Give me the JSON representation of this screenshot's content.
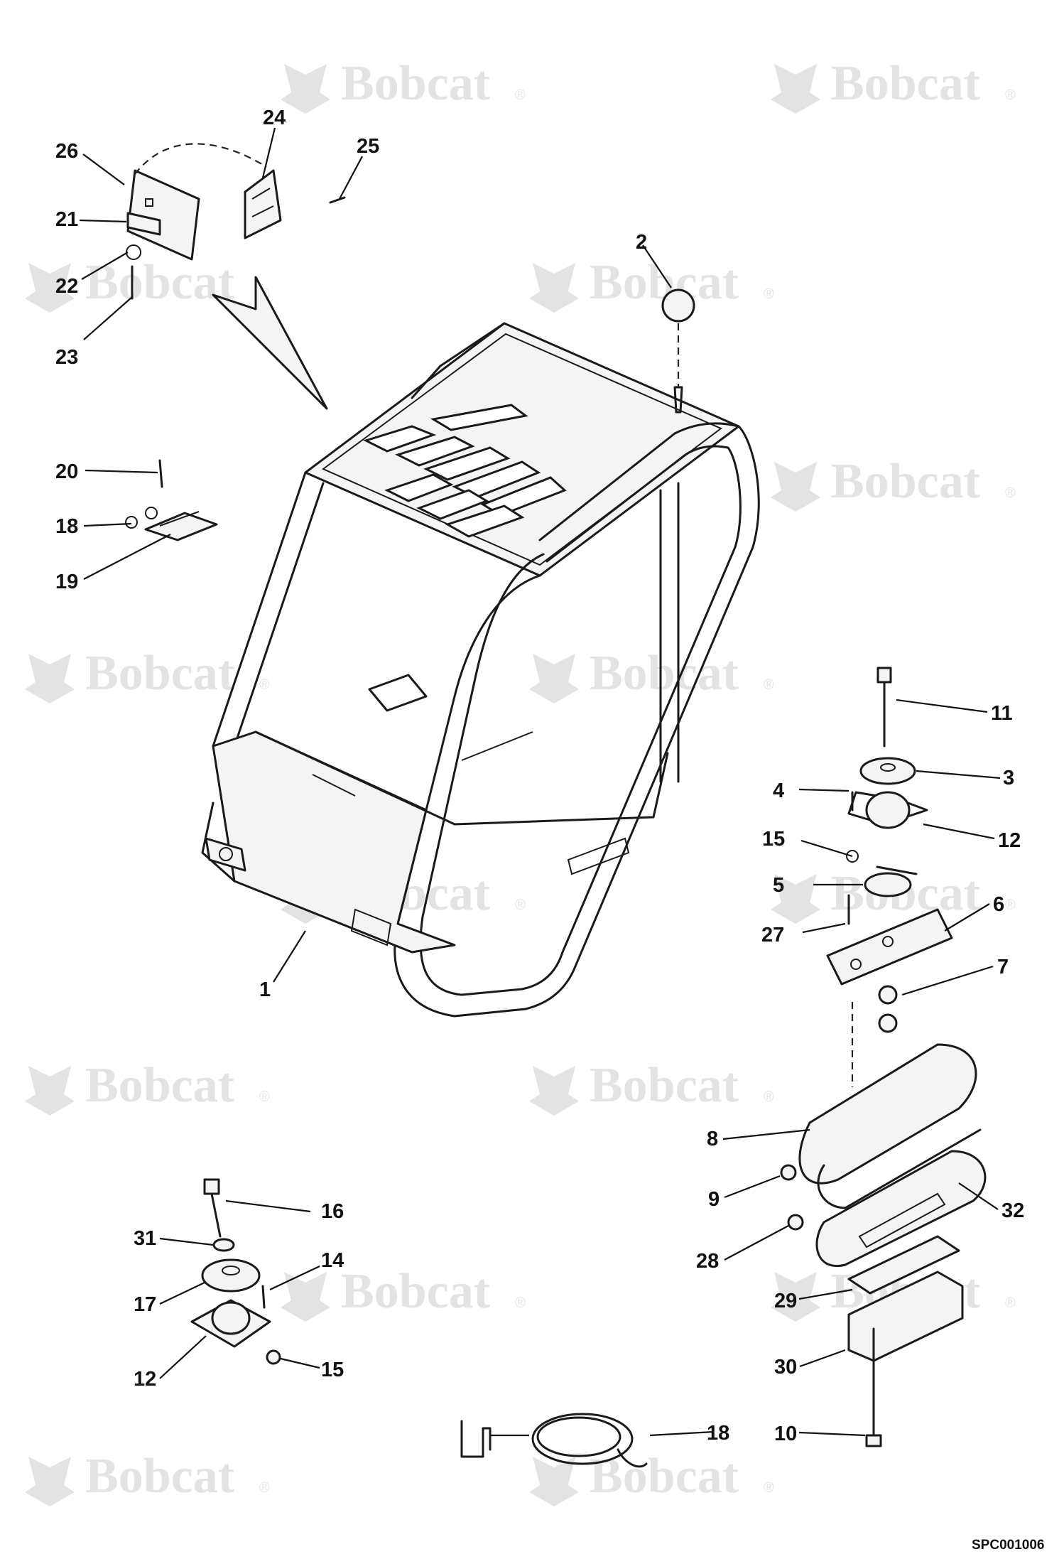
{
  "brand": {
    "watermark_text": "Bobcat",
    "watermark_mark": "®",
    "watermark_color": "#e3e3e3"
  },
  "drawing_code": "SPC001006",
  "callouts": [
    {
      "id": "c1",
      "label": "1"
    },
    {
      "id": "c2",
      "label": "2"
    },
    {
      "id": "c3",
      "label": "3"
    },
    {
      "id": "c4",
      "label": "4"
    },
    {
      "id": "c5",
      "label": "5"
    },
    {
      "id": "c6",
      "label": "6"
    },
    {
      "id": "c7",
      "label": "7"
    },
    {
      "id": "c8",
      "label": "8"
    },
    {
      "id": "c9",
      "label": "9"
    },
    {
      "id": "c10",
      "label": "10"
    },
    {
      "id": "c11",
      "label": "11"
    },
    {
      "id": "c12a",
      "label": "12"
    },
    {
      "id": "c12b",
      "label": "12"
    },
    {
      "id": "c14",
      "label": "14"
    },
    {
      "id": "c15a",
      "label": "15"
    },
    {
      "id": "c15b",
      "label": "15"
    },
    {
      "id": "c16",
      "label": "16"
    },
    {
      "id": "c17",
      "label": "17"
    },
    {
      "id": "c18a",
      "label": "18"
    },
    {
      "id": "c18b",
      "label": "18"
    },
    {
      "id": "c19",
      "label": "19"
    },
    {
      "id": "c20",
      "label": "20"
    },
    {
      "id": "c21",
      "label": "21"
    },
    {
      "id": "c22",
      "label": "22"
    },
    {
      "id": "c23",
      "label": "23"
    },
    {
      "id": "c24",
      "label": "24"
    },
    {
      "id": "c25",
      "label": "25"
    },
    {
      "id": "c26",
      "label": "26"
    },
    {
      "id": "c27",
      "label": "27"
    },
    {
      "id": "c28",
      "label": "28"
    },
    {
      "id": "c29",
      "label": "29"
    },
    {
      "id": "c30",
      "label": "30"
    },
    {
      "id": "c31",
      "label": "31"
    },
    {
      "id": "c32",
      "label": "32"
    }
  ]
}
